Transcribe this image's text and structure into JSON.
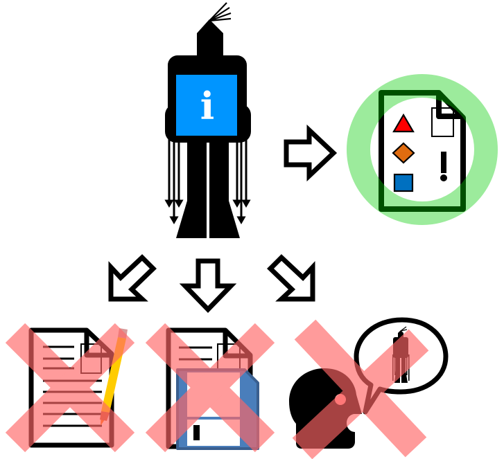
{
  "diagram": {
    "title": "",
    "colors": {
      "figure": "#000000",
      "info_box": "#0095ff",
      "info_letter": "#ffffff",
      "allowed_ring": "#9ceb9c",
      "allowed_outline": "#005000",
      "cross": "#ff6666",
      "triangle": "#ff0000",
      "diamond": "#e06c10",
      "square": "#0070c0",
      "pencil_body": "#ffcc00",
      "pencil_tip": "#ff7b00",
      "pencil_eraser": "#d89a9a",
      "floppy": "#4a7ebb"
    },
    "source": {
      "label": "information-robot",
      "info_symbol": "i"
    },
    "allowed": {
      "label": "view-document-with-shapes",
      "exclamation": "!"
    },
    "forbidden": [
      {
        "label": "edit-document"
      },
      {
        "label": "save-document"
      },
      {
        "label": "speak-about-robot"
      }
    ]
  }
}
